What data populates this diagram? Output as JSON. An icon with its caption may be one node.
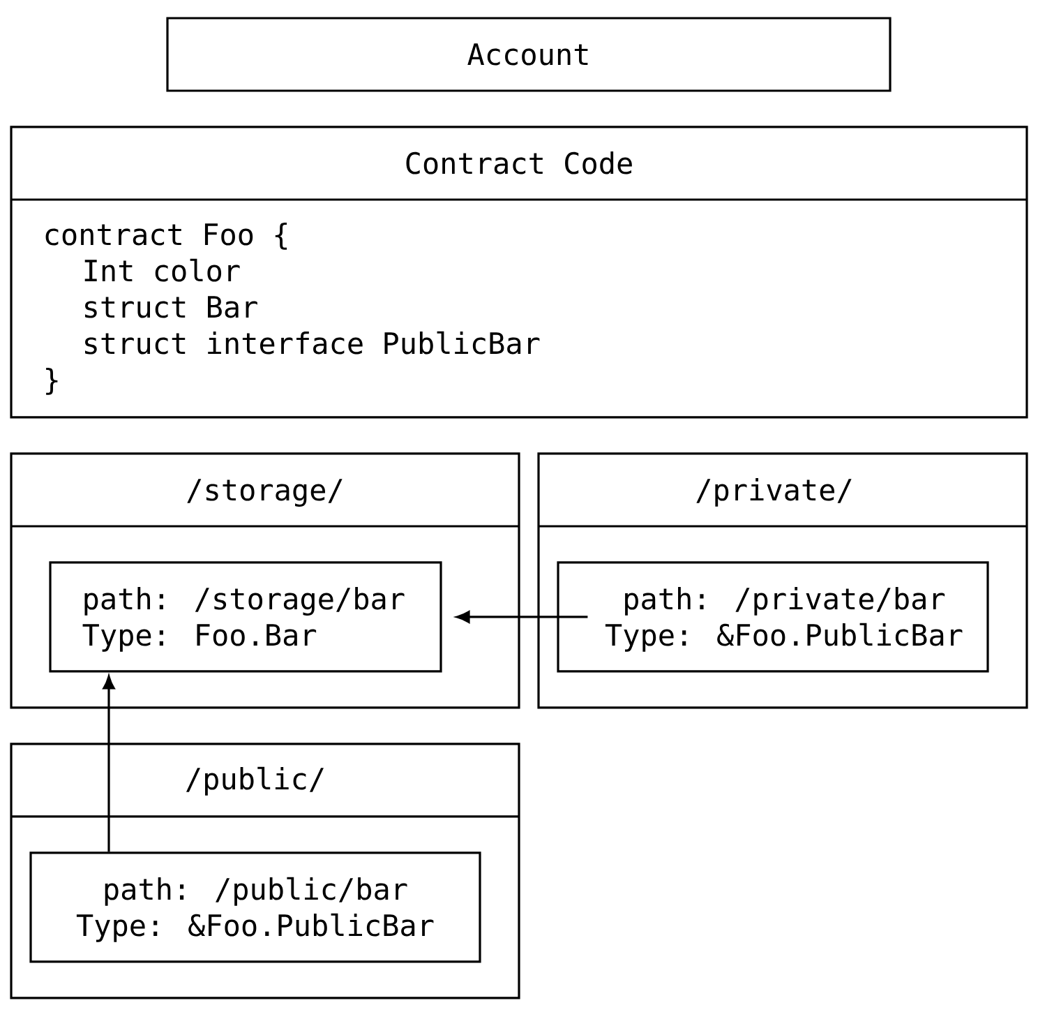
{
  "diagram": {
    "nodes": [
      {
        "text": [
          "Account"
        ]
      },
      {
        "text": [
          "Contract Code",
          "contract Foo {",
          "Int color",
          "struct Bar",
          "struct interface PublicBar",
          "}"
        ]
      },
      {
        "text": [
          "/storage/"
        ]
      },
      {
        "text": [
          "path: /storage/bar",
          "Type: Foo.Bar"
        ],
        "in": 2
      },
      {
        "text": [
          "/private/"
        ]
      },
      {
        "text": [
          "path: /private/bar",
          "Type: &Foo.PublicBar"
        ],
        "in": 4
      },
      {
        "text": [
          "/public/"
        ]
      },
      {
        "text": [
          "path: /public/bar",
          "Type: &Foo.PublicBar"
        ],
        "in": 6
      }
    ],
    "edges": [
      {
        "from": 5,
        "to": 3,
        "arrow": "to"
      },
      {
        "from": 7,
        "to": 3,
        "arrow": "to"
      }
    ]
  }
}
